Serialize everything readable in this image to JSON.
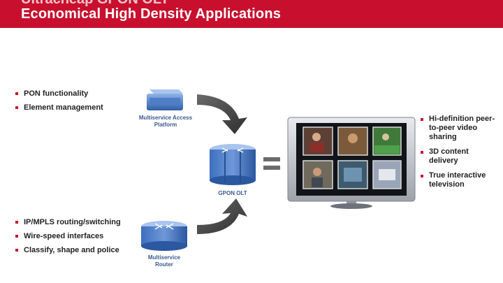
{
  "header": {
    "cut_title": "Ultracheap GPON OLT",
    "title": "Economical High Density Applications",
    "color": "#c8102e"
  },
  "left_top_bullets": [
    "PON functionality",
    "Element management"
  ],
  "left_bottom_bullets": [
    "IP/MPLS routing/switching",
    "Wire-speed interfaces",
    "Classify, shape and police"
  ],
  "right_bullets": [
    "Hi-definition peer-to-peer video sharing",
    "3D content delivery",
    "True interactive television"
  ],
  "devices": {
    "access_platform": "Multiservice Access Platform",
    "olt": "GPON OLT",
    "router": "Multiservice Router"
  },
  "icons": [
    "bullet-square-icon",
    "access-platform-icon",
    "curved-arrow-icon",
    "gpon-olt-icon",
    "equals-icon",
    "television-icon",
    "router-icon"
  ]
}
